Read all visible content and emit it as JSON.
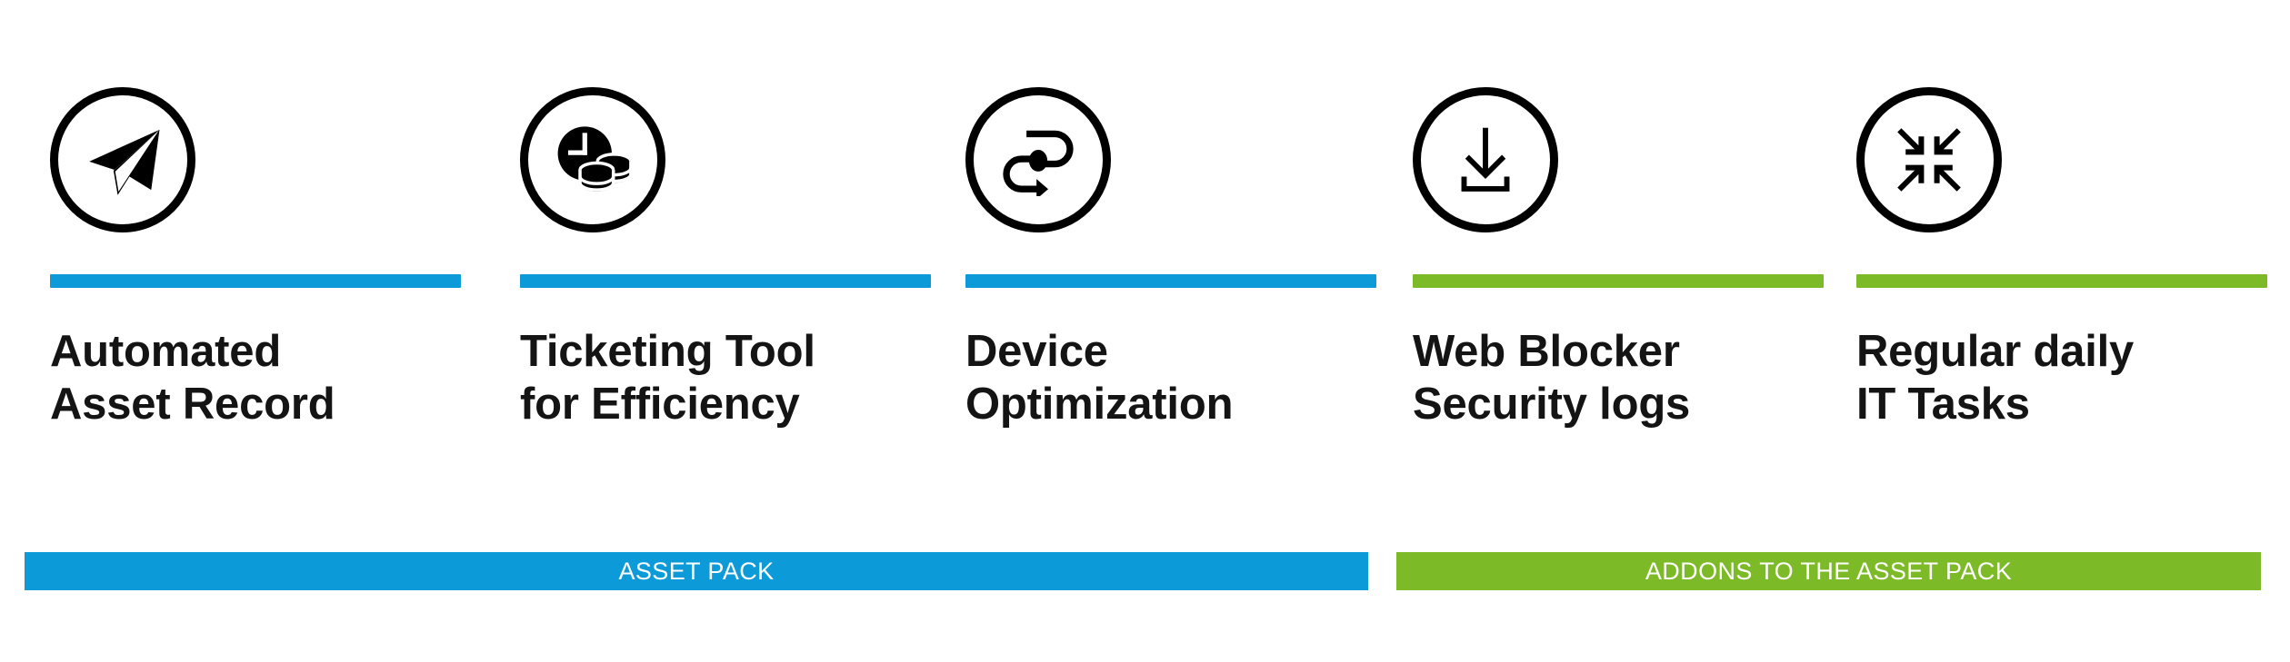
{
  "colors": {
    "asset_pack_blue": "#0C9BD8",
    "addons_green": "#7DBA28",
    "icon_black": "#000000",
    "label_text": "#141414",
    "background": "#FFFFFF",
    "banner_text": "#FFFFFF"
  },
  "columns": [
    {
      "icon": "paper-plane-icon",
      "divider_color": "#0C9BD8",
      "group": "ASSET PACK",
      "title_line1": "Automated",
      "title_line2": "Asset Record"
    },
    {
      "icon": "clock-coins-icon",
      "divider_color": "#0C9BD8",
      "group": "ASSET PACK",
      "title_line1": "Ticketing Tool",
      "title_line2": "for Efficiency"
    },
    {
      "icon": "route-optimization-icon",
      "divider_color": "#0C9BD8",
      "group": "ASSET PACK",
      "title_line1": "Device",
      "title_line2": "Optimization"
    },
    {
      "icon": "download-tray-icon",
      "divider_color": "#7DBA28",
      "group": "ADDONS TO THE ASSET PACK",
      "title_line1": "Web Blocker",
      "title_line2": "Security logs"
    },
    {
      "icon": "compress-arrows-icon",
      "divider_color": "#7DBA28",
      "group": "ADDONS TO THE ASSET PACK",
      "title_line1": "Regular daily",
      "title_line2": "IT Tasks"
    }
  ],
  "banners": [
    {
      "label": "ASSET PACK",
      "color": "#0C9BD8"
    },
    {
      "label": "ADDONS TO THE ASSET PACK",
      "color": "#7DBA28"
    }
  ]
}
